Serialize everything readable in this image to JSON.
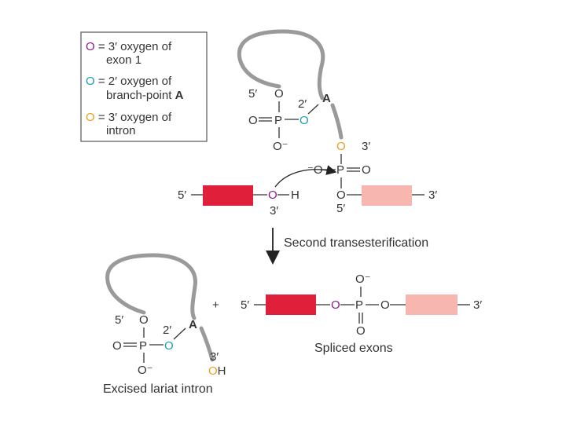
{
  "colors": {
    "exon_oxygen": "#8b1a8b",
    "branch_oxygen": "#1f9bb5",
    "intron_oxygen": "#e6a020",
    "exon1_fill": "#e0203a",
    "exon2_fill": "#f7b6b0",
    "intron_line": "#9a9a9a"
  },
  "legend": {
    "symbol": "O",
    "eq": " = ",
    "item1_line1": "3′ oxygen of",
    "item1_line2": "exon 1",
    "item2_line1": "2′ oxygen of",
    "item2_line2_prefix": "branch-point ",
    "item2_line2_bold": "A",
    "item3_line1": "3′ oxygen of",
    "item3_line2": "intron"
  },
  "atoms": {
    "O": "O",
    "P": "P",
    "H": "H",
    "OH_O": "O",
    "OH_H": "H",
    "O_minus": "O⁻",
    "minus_O": "⁻O",
    "A": "A"
  },
  "labels": {
    "five_prime": "5′",
    "three_prime": "3′",
    "two_prime": "2′"
  },
  "reaction": {
    "arrow_label": "Second transesterification",
    "plus": "+",
    "spliced_exons": "Spliced exons",
    "lariat": "Excised lariat intron"
  }
}
